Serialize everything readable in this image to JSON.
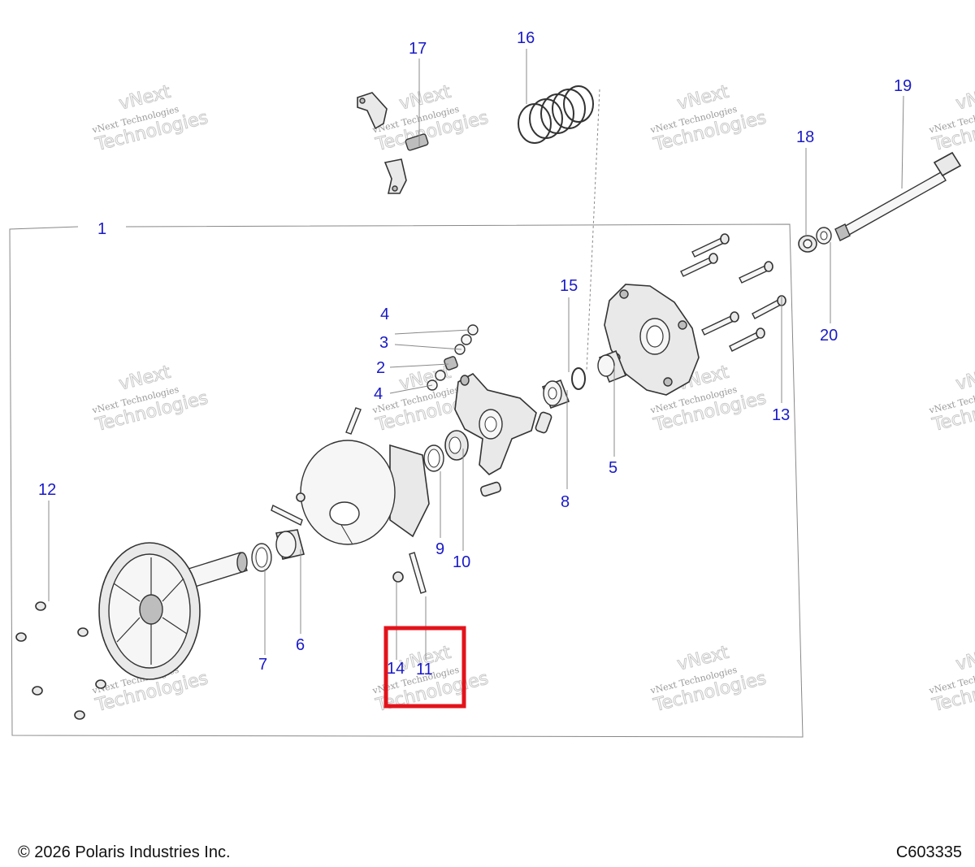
{
  "diagram": {
    "callouts": {
      "c1": "1",
      "c2": "2",
      "c3": "3",
      "c4a": "4",
      "c4b": "4",
      "c5": "5",
      "c6": "6",
      "c7": "7",
      "c8": "8",
      "c9": "9",
      "c10": "10",
      "c11": "11",
      "c12": "12",
      "c13": "13",
      "c14": "14",
      "c15": "15",
      "c16": "16",
      "c17": "17",
      "c18": "18",
      "c19": "19",
      "c20": "20"
    },
    "watermark": {
      "line1": "vNext",
      "line2": "vNext Technologies",
      "line3": "Technologies"
    },
    "highlight_color": "#e3131b",
    "callout_color": "#1a1ac8"
  },
  "footer": {
    "copyright": "© 2026 Polaris Industries Inc.",
    "diagram_code": "C603335"
  }
}
